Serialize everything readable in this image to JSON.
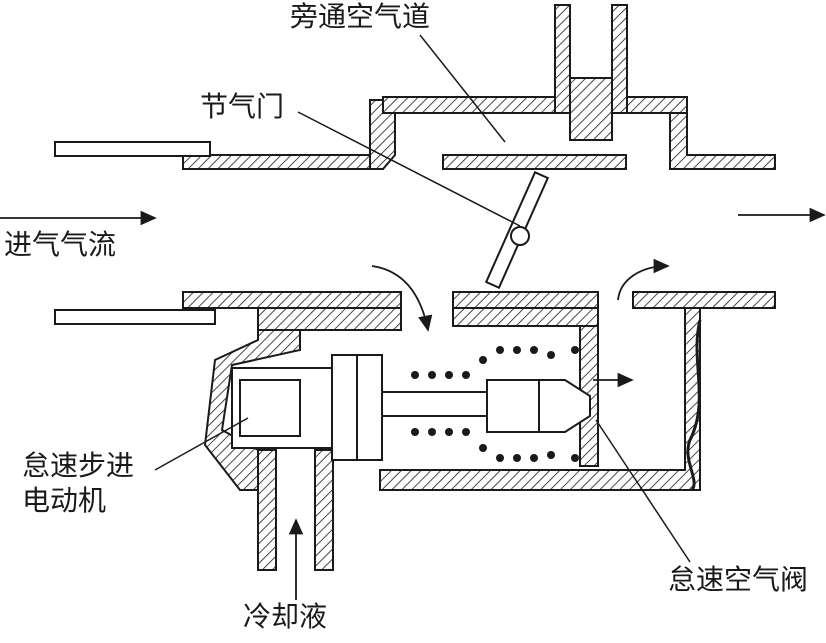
{
  "labels": {
    "bypass_passage": "旁通空气道",
    "throttle_valve": "节气门",
    "intake_airflow": "进气气流",
    "idle_stepper_motor": "怠速步进\n电动机",
    "idle_air_valve": "怠速空气阀",
    "coolant": "冷却液"
  },
  "colors": {
    "line": "#1a1a1a",
    "background": "#ffffff"
  }
}
